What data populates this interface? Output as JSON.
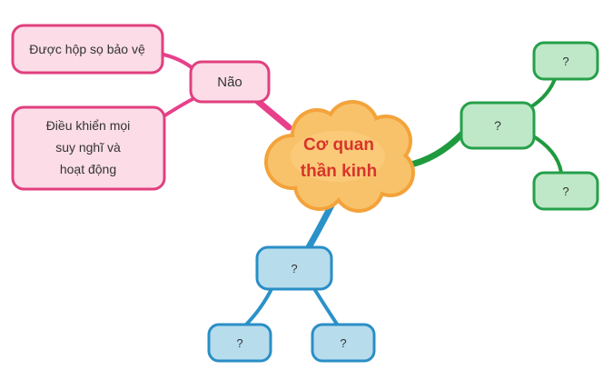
{
  "center": {
    "line1": "Cơ quan",
    "line2": "thần kinh"
  },
  "pink_branch": {
    "main": "Não",
    "sub1": "Được hộp sọ bảo vệ",
    "sub2_line1": "Điều khiển mọi",
    "sub2_line2": "suy nghĩ và",
    "sub2_line3": "hoạt động"
  },
  "green_branch": {
    "main": "?",
    "sub1": "?",
    "sub2": "?"
  },
  "blue_branch": {
    "main": "?",
    "sub1": "?",
    "sub2": "?"
  },
  "colors": {
    "pink_border": "#e0407f",
    "pink_fill": "#fbdce7",
    "pink_line": "#e8408a",
    "green_border": "#26a04a",
    "green_fill": "#bfe8c8",
    "green_line": "#1f9a3e",
    "blue_border": "#2a8ec6",
    "blue_fill": "#b7dcec",
    "blue_line": "#2a92c8",
    "cloud_fill": "#f8c26a",
    "cloud_outline": "#f3a33a",
    "center_text": "#d8352a"
  }
}
